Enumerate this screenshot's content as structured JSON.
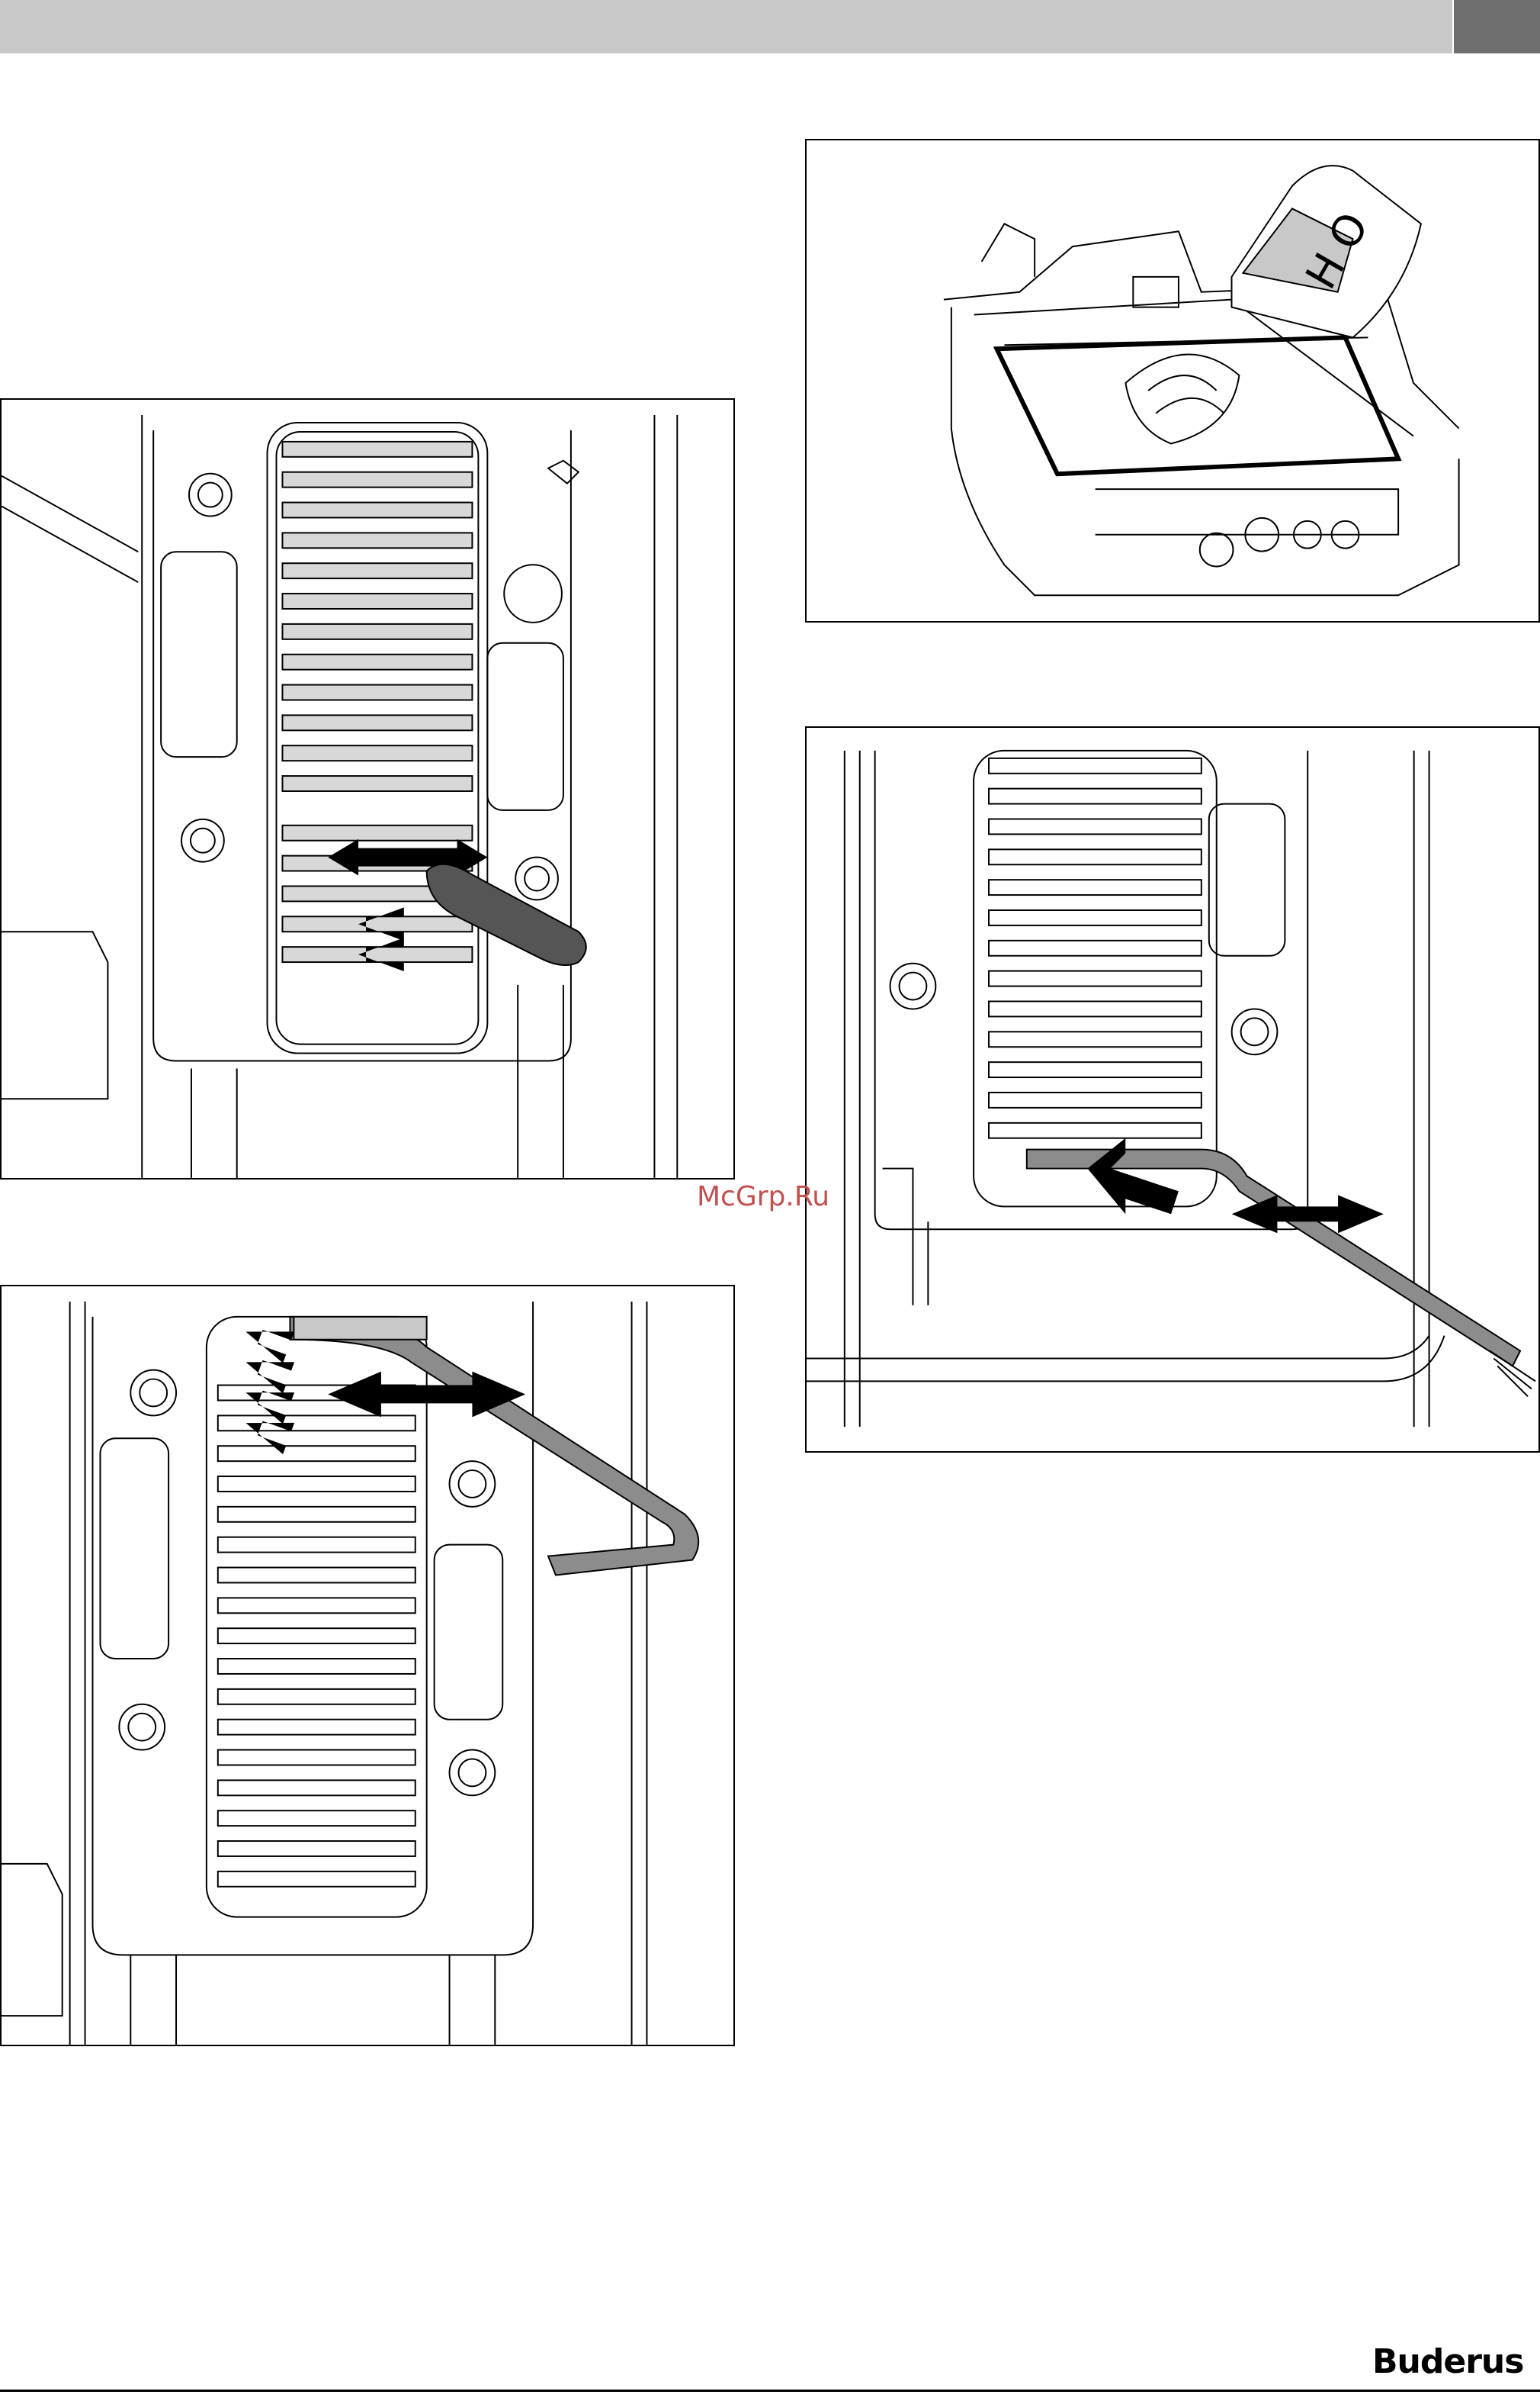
{
  "figures": [
    {
      "id": "fig1",
      "content": "heat-exchanger-scraper-cleaning"
    },
    {
      "id": "fig2",
      "content": "water-pouring-into-exchanger",
      "jug_label": "H O"
    },
    {
      "id": "fig3",
      "content": "bottom-brush-cleaning"
    },
    {
      "id": "fig4",
      "content": "top-brush-cleaning"
    }
  ],
  "watermark": "McGrp.Ru",
  "footer": {
    "brand": "Buderus"
  },
  "colors": {
    "header_band": "#c8c8c8",
    "header_tab": "#6e6e6e",
    "tool_gray": "#8c8c8c",
    "dark_tool": "#555555"
  }
}
